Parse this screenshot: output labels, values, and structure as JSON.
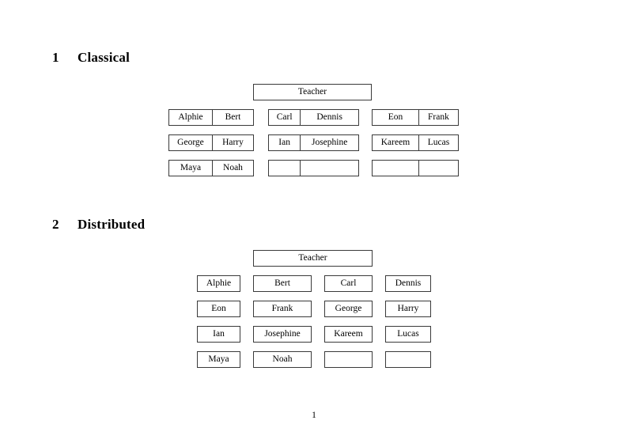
{
  "document": {
    "page_number": "1"
  },
  "sections": [
    {
      "number": "1",
      "title": "Classical",
      "root": {
        "label": "Teacher"
      },
      "groups": [
        {
          "name": "left-group",
          "rows": [
            {
              "cells": [
                "Alphie",
                "Bert"
              ]
            },
            {
              "cells": [
                "George",
                "Harry"
              ]
            },
            {
              "cells": [
                "Maya",
                "Noah"
              ]
            }
          ]
        },
        {
          "name": "middle-group",
          "rows": [
            {
              "cells": [
                "Carl",
                "Dennis"
              ]
            },
            {
              "cells": [
                "Ian",
                "Josephine"
              ]
            },
            {
              "cells": [
                "",
                ""
              ]
            }
          ]
        },
        {
          "name": "right-group",
          "rows": [
            {
              "cells": [
                "Eon",
                "Frank"
              ]
            },
            {
              "cells": [
                "Kareem",
                "Lucas"
              ]
            },
            {
              "cells": [
                "",
                ""
              ]
            }
          ]
        }
      ]
    },
    {
      "number": "2",
      "title": "Distributed",
      "root": {
        "label": "Teacher"
      },
      "grid": {
        "rows": [
          {
            "cells": [
              "Alphie",
              "Bert",
              "Carl",
              "Dennis"
            ]
          },
          {
            "cells": [
              "Eon",
              "Frank",
              "George",
              "Harry"
            ]
          },
          {
            "cells": [
              "Ian",
              "Josephine",
              "Kareem",
              "Lucas"
            ]
          },
          {
            "cells": [
              "Maya",
              "Noah",
              "",
              ""
            ]
          }
        ]
      }
    }
  ],
  "colors": {
    "page_background": "#ffffff",
    "text": "#000000",
    "border": "#3a3a3a"
  }
}
